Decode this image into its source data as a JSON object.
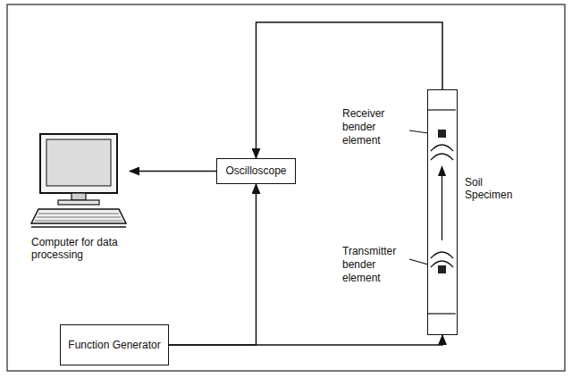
{
  "diagram": {
    "nodes": [
      {
        "text": [
          "Oscilloscope"
        ]
      },
      {
        "text": [
          "Computer for data processing"
        ]
      },
      {
        "text": [
          "Function Generator"
        ]
      },
      {
        "text": [
          "Soil Specimen"
        ]
      }
    ],
    "edges": [
      {
        "from": 0,
        "to": 1,
        "arrow": "to"
      },
      {
        "from": 2,
        "to": 0,
        "arrow": "to"
      },
      {
        "from": 2,
        "to": 3,
        "arrow": "to"
      },
      {
        "from": 3,
        "to": 0,
        "arrow": "to"
      }
    ],
    "labels": [
      "Receiver bender element",
      "Transmitter bender element"
    ]
  }
}
